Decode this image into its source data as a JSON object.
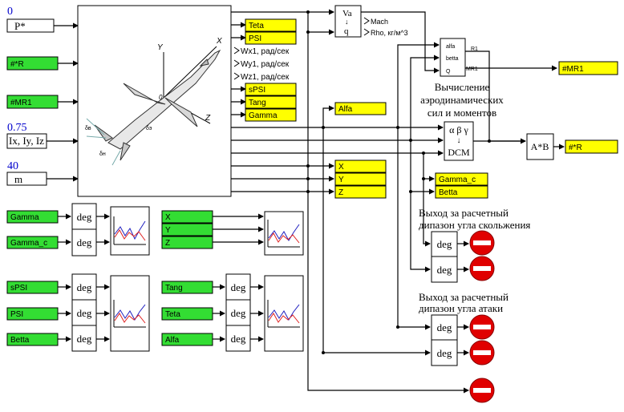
{
  "inputs": {
    "p_value": "0",
    "p_label": "P*",
    "r_ref": "#*R",
    "mr1_ref": "#MR1",
    "inertia_value": "0.75",
    "inertia_label": "Ix, Iy, Iz",
    "mass_value": "40",
    "mass_label": "m"
  },
  "aircraft": {
    "axis_x": "X",
    "axis_y": "Y",
    "axis_z": "Z",
    "origin": "0",
    "delta_v": "δв",
    "delta_n": "δн",
    "delta_e": "δэ"
  },
  "outputs": {
    "teta": "Teta",
    "psi": "PSI",
    "wx1": "Wx1, рад/сек",
    "wy1": "Wy1, рад/сек",
    "wz1": "Wz1, рад/сек",
    "spsi": "sPSI",
    "tang": "Tang",
    "gamma": "Gamma",
    "alfa": "Alfa",
    "x": "X",
    "y": "Y",
    "z": "Z",
    "gamma_c": "Gamma_c",
    "betta": "Betta",
    "mr1_out": "#MR1",
    "r_out": "#*R"
  },
  "va_block": {
    "va": "Va",
    "q": "q",
    "mach": "Mach",
    "rho": "Rho, кг/м^3"
  },
  "aero_block": {
    "in_alfa": "alfa",
    "in_betta": "betta",
    "in_q": "Q",
    "out_r1": "R1",
    "out_mr1": "MR1",
    "caption": [
      "Вычисление",
      "аэродинамических",
      "сил и моментов"
    ]
  },
  "dcm_block": {
    "greek": "α β γ",
    "arrow": "↓",
    "label": "DCM"
  },
  "multiplier": "A*B",
  "deg": "deg",
  "plot_signals": {
    "gamma": "Gamma",
    "gamma_c": "Gamma_c",
    "x": "X",
    "y": "Y",
    "z": "Z",
    "spsi": "sPSI",
    "psi": "PSI",
    "betta": "Betta",
    "tang": "Tang",
    "teta": "Teta",
    "alfa": "Alfa"
  },
  "warnings": {
    "slip": [
      "Выход за расчетный",
      "дипазон угла скольжения"
    ],
    "attack": [
      "Выход за расчетный",
      "дипазон угла атаки"
    ]
  },
  "colors": {
    "output_label": "#ffff00",
    "input_label": "#00e000",
    "stop_sign": "#e00000",
    "value_text": "#0000cc",
    "plot_red": "#e02020",
    "plot_blue": "#2020c0"
  }
}
